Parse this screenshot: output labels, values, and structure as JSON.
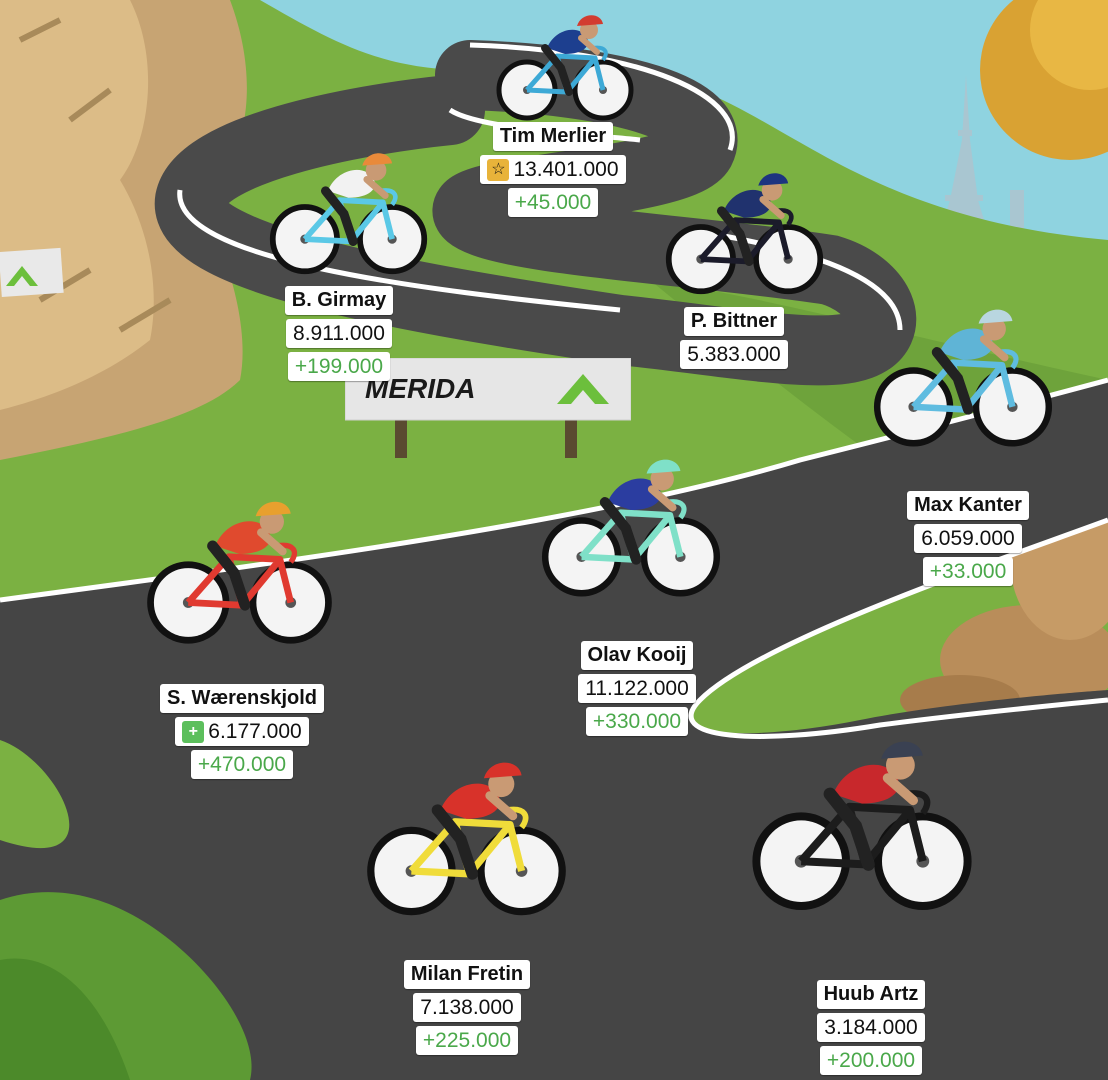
{
  "sponsor": {
    "brand": "MERIDA",
    "side_brand_icon": "merida-logo-icon"
  },
  "riders": [
    {
      "id": "tim-merlier",
      "name": "Tim Merlier",
      "value": "13.401.000",
      "delta": "+45.000",
      "badge": "star-icon",
      "jersey": "#1d3f8f",
      "helmet": "#d23c30",
      "bike": "#3da9d6"
    },
    {
      "id": "b-girmay",
      "name": "B. Girmay",
      "value": "8.911.000",
      "delta": "+199.000",
      "badge": "",
      "jersey": "#f2f2f2",
      "helmet": "#e98a3a",
      "bike": "#5ac8e6"
    },
    {
      "id": "p-bittner",
      "name": "P. Bittner",
      "value": "5.383.000",
      "delta": "",
      "badge": "",
      "jersey": "#20326e",
      "helmet": "#1d3480",
      "bike": "#1b1b2a"
    },
    {
      "id": "max-kanter",
      "name": "Max Kanter",
      "value": "6.059.000",
      "delta": "+33.000",
      "badge": "",
      "jersey": "#5fb4d6",
      "helmet": "#b9d6e0",
      "bike": "#5fbce0"
    },
    {
      "id": "olav-kooij",
      "name": "Olav Kooij",
      "value": "11.122.000",
      "delta": "+330.000",
      "badge": "",
      "jersey": "#2b3da0",
      "helmet": "#7fe0c8",
      "bike": "#7fe0c8"
    },
    {
      "id": "s-waerenskjold",
      "name": "S. Wærenskjold",
      "value": "6.177.000",
      "delta": "+470.000",
      "badge": "plus-icon",
      "jersey": "#e04a2e",
      "helmet": "#e8a02e",
      "bike": "#e03a30"
    },
    {
      "id": "milan-fretin",
      "name": "Milan Fretin",
      "value": "7.138.000",
      "delta": "+225.000",
      "badge": "",
      "jersey": "#d8322a",
      "helmet": "#d8322a",
      "bike": "#f0dc3a"
    },
    {
      "id": "huub-artz",
      "name": "Huub Artz",
      "value": "3.184.000",
      "delta": "+200.000",
      "badge": "",
      "jersey": "#c8282c",
      "helmet": "#3a4152",
      "bike": "#1c1c1c"
    }
  ]
}
